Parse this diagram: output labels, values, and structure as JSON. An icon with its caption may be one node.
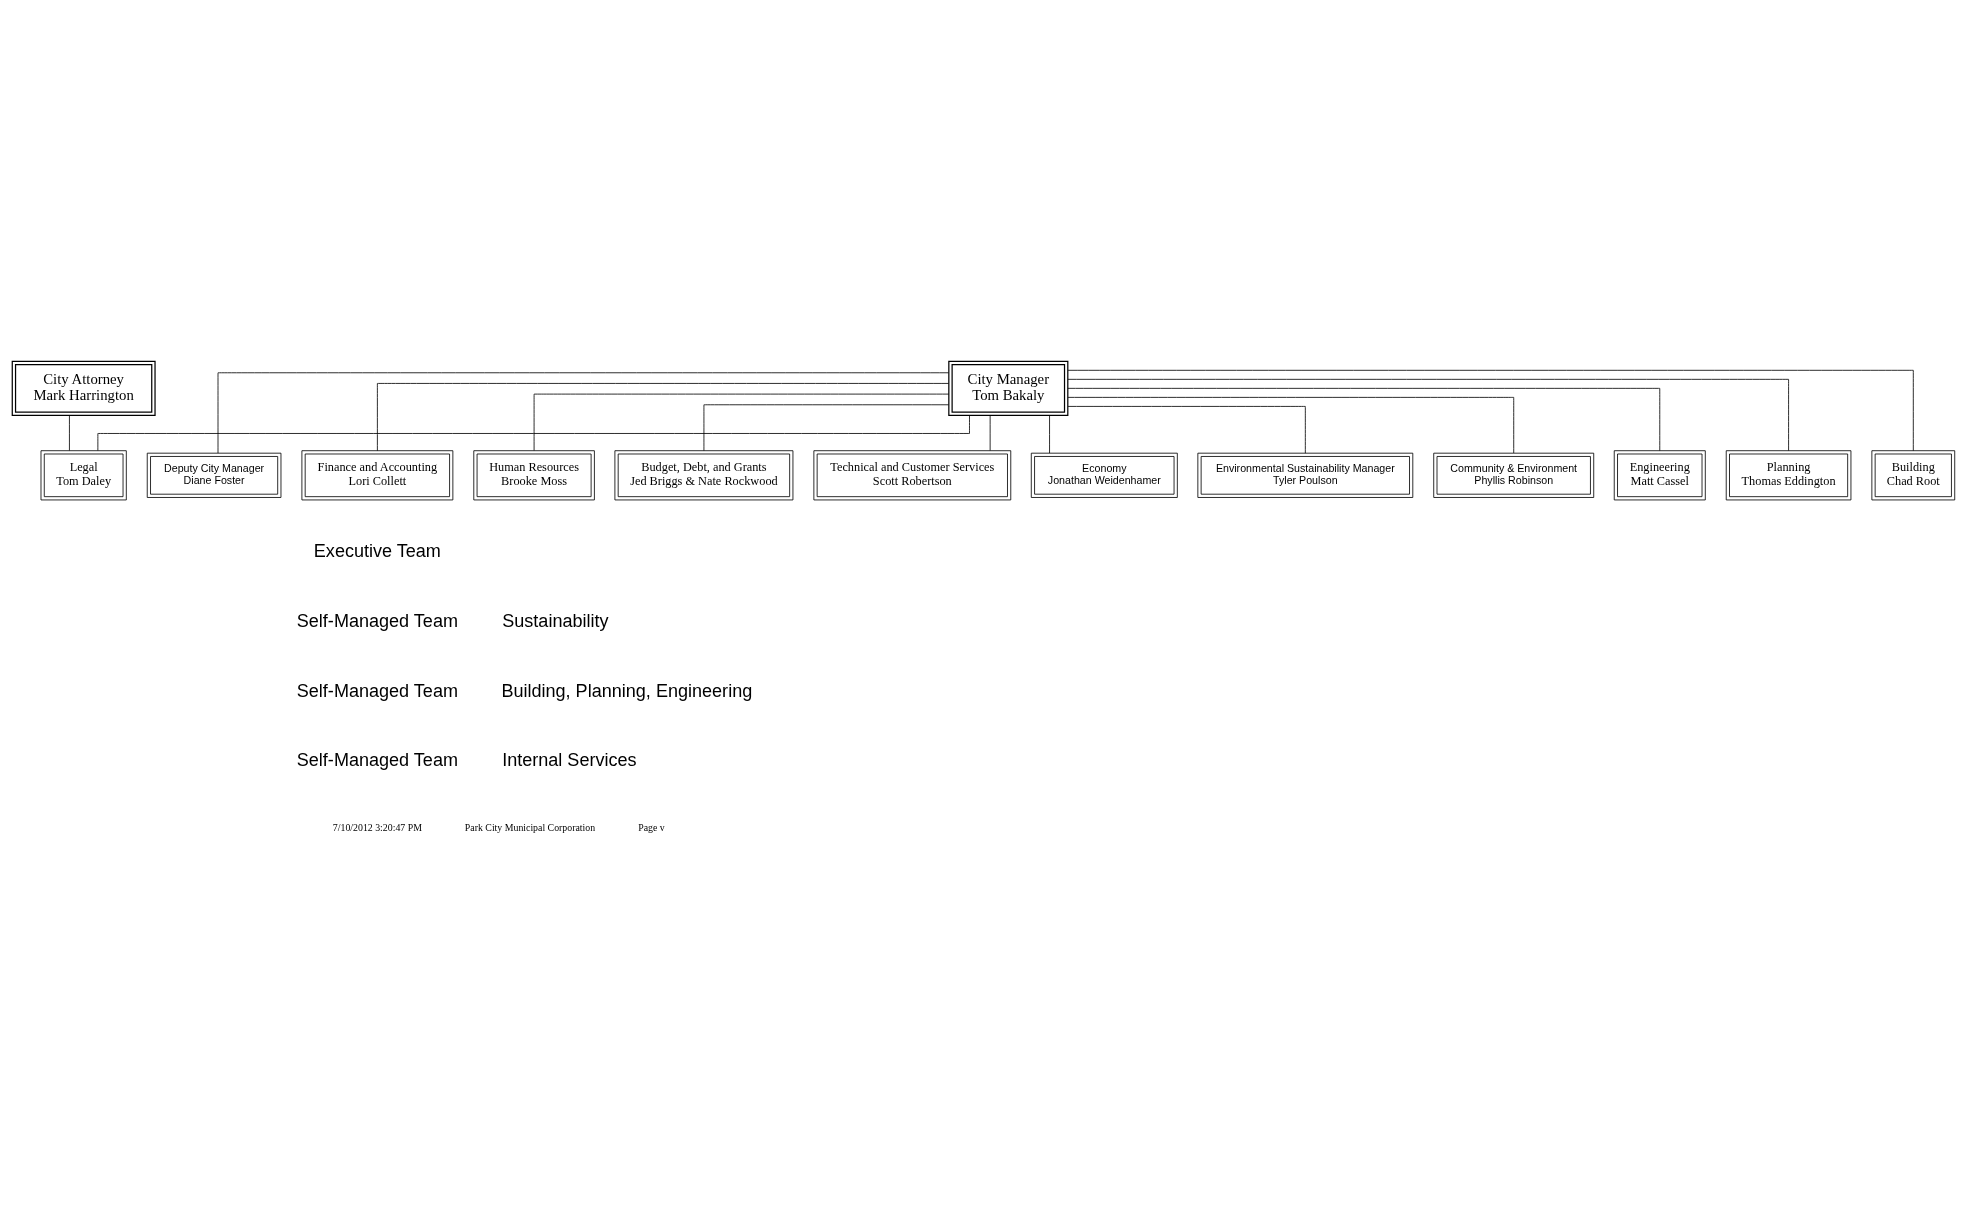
{
  "diagram": {
    "nodes": [
      {
        "text": [
          "City Attorney",
          "Mark Harrington"
        ]
      },
      {
        "text": [
          "City Manager",
          "Tom Bakaly"
        ]
      },
      {
        "text": [
          "Legal",
          "Tom Daley"
        ]
      },
      {
        "text": [
          "Deputy City Manager",
          "Diane Foster"
        ]
      },
      {
        "text": [
          "Finance and Accounting",
          "Lori Collett"
        ]
      },
      {
        "text": [
          "Human Resources",
          "Brooke Moss"
        ]
      },
      {
        "text": [
          "Budget, Debt, and Grants",
          "Jed Briggs & Nate Rockwood"
        ]
      },
      {
        "text": [
          "Technical and Customer Services",
          "Scott Robertson"
        ]
      },
      {
        "text": [
          "Economy",
          "Jonathan Weidenhamer"
        ]
      },
      {
        "text": [
          "Environmental Sustainability Manager",
          "Tyler Poulson"
        ]
      },
      {
        "text": [
          "Community & Environment",
          "Phyllis Robinson"
        ]
      },
      {
        "text": [
          "Engineering",
          "Matt Cassel"
        ]
      },
      {
        "text": [
          "Planning",
          "Thomas Eddington"
        ]
      },
      {
        "text": [
          "Building",
          "Chad Root"
        ]
      }
    ],
    "edges": [
      {
        "from": 0,
        "to": 2,
        "arrow": "none"
      },
      {
        "from": 1,
        "to": 3,
        "arrow": "none"
      },
      {
        "from": 1,
        "to": 2,
        "arrow": "none"
      },
      {
        "from": 1,
        "to": 4,
        "arrow": "none"
      },
      {
        "from": 1,
        "to": 5,
        "arrow": "none"
      },
      {
        "from": 1,
        "to": 6,
        "arrow": "none"
      },
      {
        "from": 1,
        "to": 7,
        "arrow": "none"
      },
      {
        "from": 1,
        "to": 8,
        "arrow": "none"
      },
      {
        "from": 1,
        "to": 9,
        "arrow": "none"
      },
      {
        "from": 1,
        "to": 10,
        "arrow": "none"
      },
      {
        "from": 1,
        "to": 11,
        "arrow": "none"
      },
      {
        "from": 1,
        "to": 12,
        "arrow": "none"
      },
      {
        "from": 1,
        "to": 13,
        "arrow": "none"
      }
    ],
    "labels": [
      "Executive Team",
      "Self-Managed Team",
      "Sustainability",
      "Self-Managed Team",
      "Building, Planning, Engineering",
      "Self-Managed Team",
      "Internal Services",
      "7/10/2012 3:20:47 PM",
      "Park City Municipal Corporation",
      "Page v"
    ]
  }
}
